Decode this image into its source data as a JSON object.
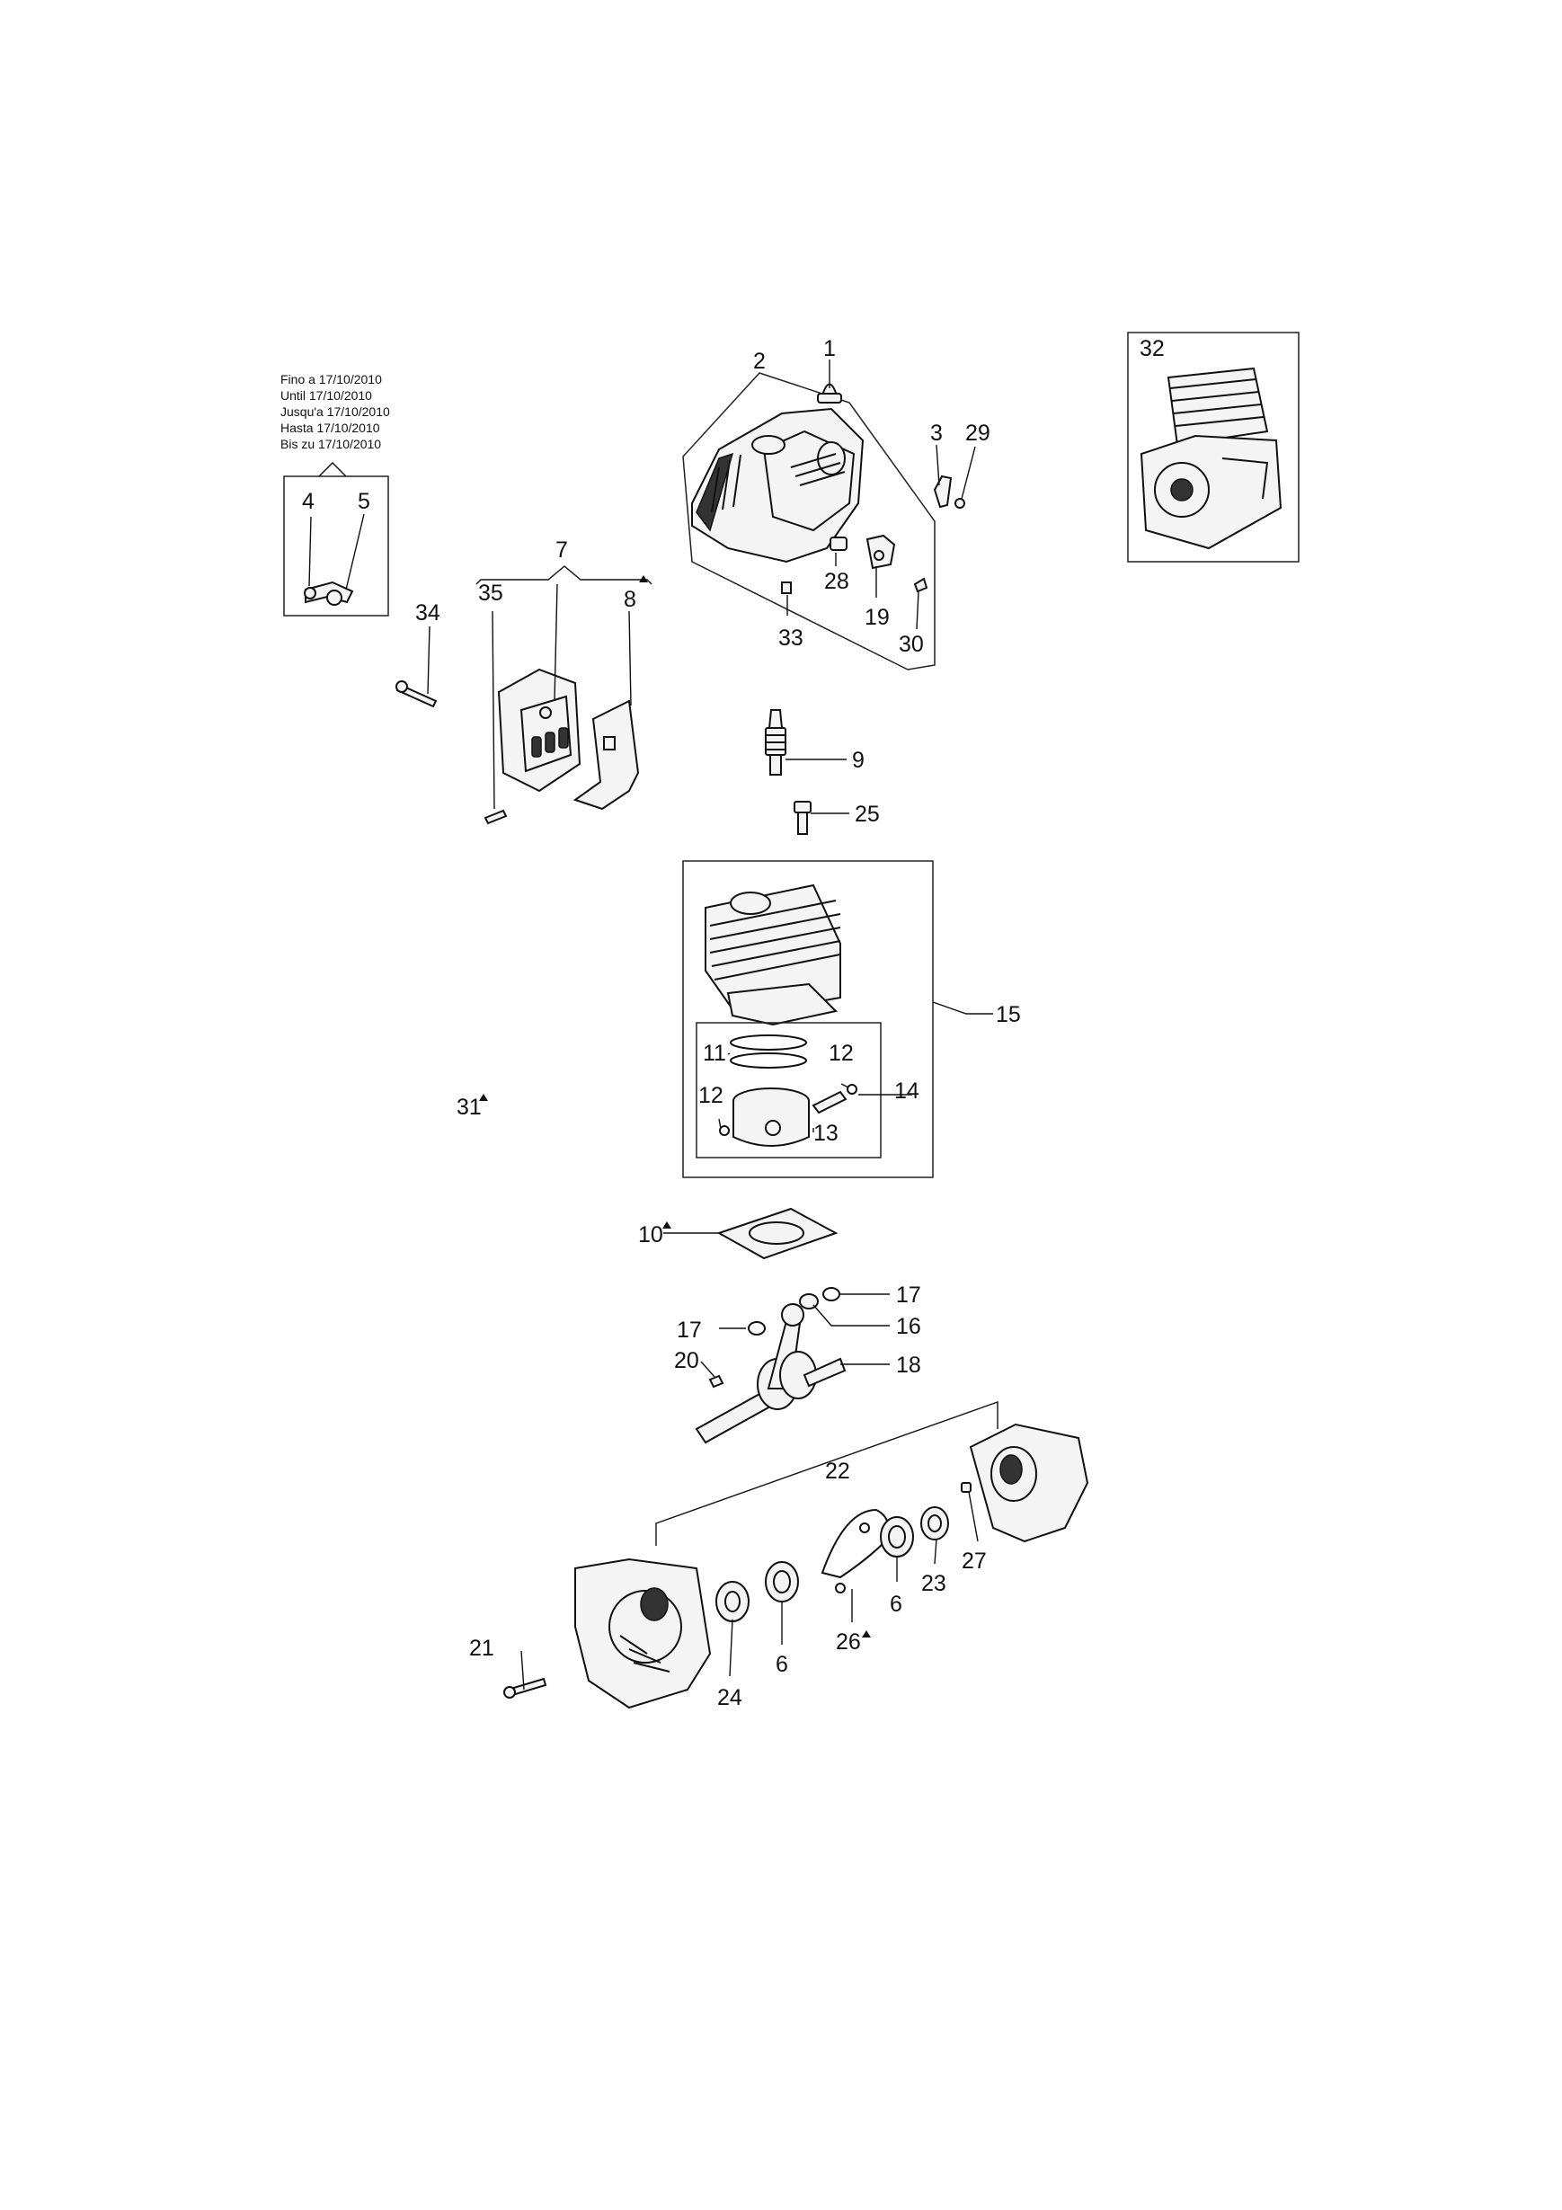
{
  "validity_note": {
    "lines": [
      "Fino a 17/10/2010",
      "Until 17/10/2010",
      "Jusqu'a 17/10/2010",
      "Hasta 17/10/2010",
      "Bis zu 17/10/2010"
    ]
  },
  "callouts": {
    "c1": "1",
    "c2": "2",
    "c3": "3",
    "c4": "4",
    "c5": "5",
    "c6a": "6",
    "c6b": "6",
    "c7": "7",
    "c8": "8",
    "c9": "9",
    "c10": "10",
    "c11": "11",
    "c12a": "12",
    "c12b": "12",
    "c13": "13",
    "c14": "14",
    "c15": "15",
    "c16": "16",
    "c17a": "17",
    "c17b": "17",
    "c18": "18",
    "c19": "19",
    "c20": "20",
    "c21": "21",
    "c22": "22",
    "c23": "23",
    "c24": "24",
    "c25": "25",
    "c26": "26",
    "c27": "27",
    "c28": "28",
    "c29": "29",
    "c30": "30",
    "c31": "31",
    "c32": "32",
    "c33": "33",
    "c34": "34",
    "c35": "35"
  }
}
